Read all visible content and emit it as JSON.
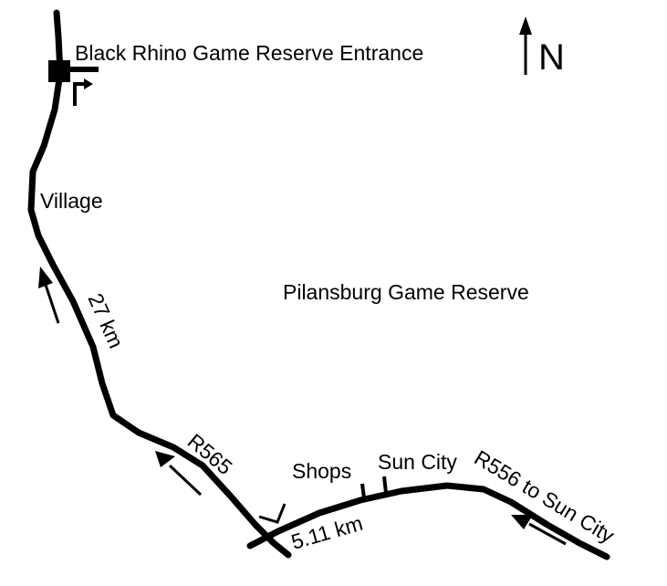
{
  "labels": {
    "entrance": "Black Rhino Game Reserve Entrance",
    "north": "N",
    "village": "Village",
    "reserve": "Pilansburg Game Reserve",
    "distance_main": "27 km",
    "route_r565": "R565",
    "shops": "Shops",
    "sun_city": "Sun City",
    "route_r556": "R556 to Sun City",
    "distance_short": "5.11 km"
  },
  "colors": {
    "road": "#000000",
    "background": "#ffffff"
  }
}
